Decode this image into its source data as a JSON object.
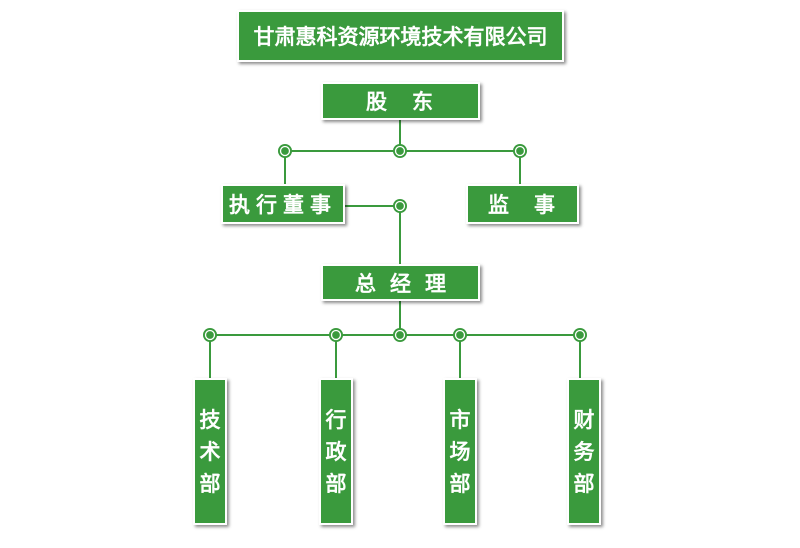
{
  "company": "甘肃惠科资源环境技术有限公司",
  "shareholders": "股　东",
  "executive_director": "执行董事",
  "supervisor": "监　事",
  "general_manager": "总经理",
  "departments": [
    {
      "chars": [
        "技",
        "术",
        "部"
      ]
    },
    {
      "chars": [
        "行",
        "政",
        "部"
      ]
    },
    {
      "chars": [
        "市",
        "场",
        "部"
      ]
    },
    {
      "chars": [
        "财",
        "务",
        "部"
      ]
    }
  ],
  "colors": {
    "box": "#3a9a3d",
    "line": "#3a9a3d"
  }
}
